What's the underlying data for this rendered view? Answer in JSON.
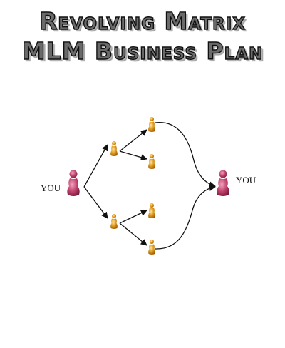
{
  "title": {
    "line1": "Revolving Matrix",
    "line2": "MLM Business Plan"
  },
  "diagram": {
    "left_label": "YOU",
    "right_label": "YOU",
    "colors": {
      "you_figure": "#c2446f",
      "member_figure": "#e09a1c",
      "arrows": "#111111",
      "title_fill": "#6a6a6a",
      "title_outline": "#101010"
    }
  }
}
